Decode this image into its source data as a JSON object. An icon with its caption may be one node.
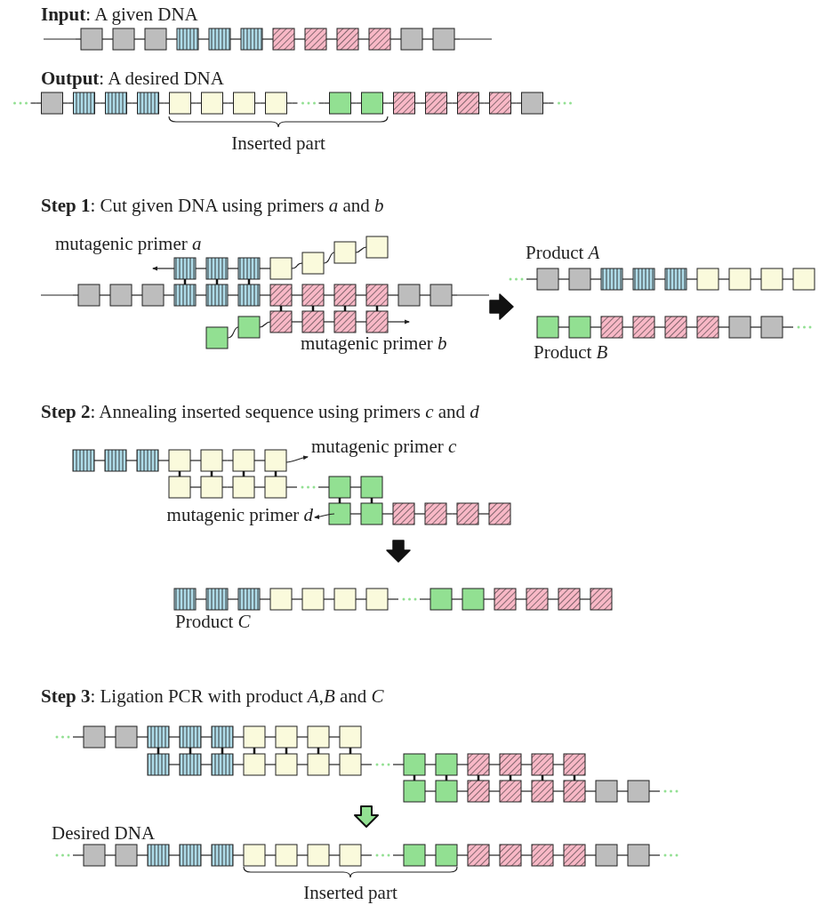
{
  "diagram": {
    "labels": [
      "**Input**: A given DNA",
      "**Output**: A desired DNA",
      "Inserted part",
      "**Step 1**: Cut given DNA using primers *a* and *b*",
      "mutagenic primer *a*",
      "Product *A*",
      "mutagenic primer *b*",
      "Product *B*",
      "**Step 2**: Annealing inserted sequence using primers *c* and *d*",
      "mutagenic primer *c*",
      "mutagenic primer *d*",
      "Product *C*",
      "**Step 3**: Ligation PCR with product *A*,*B* and *C*",
      "Desired DNA",
      "Inserted part"
    ]
  }
}
